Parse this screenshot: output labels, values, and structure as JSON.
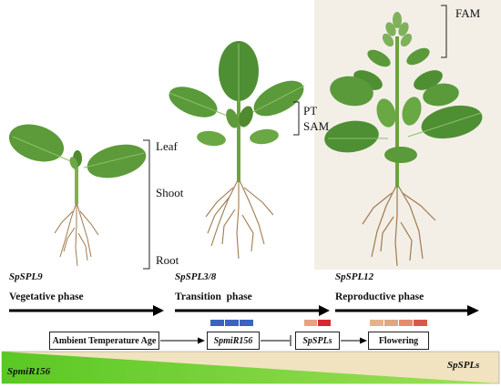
{
  "stages": [
    {
      "gene": "SpSPL9",
      "phase": "Vegetative phase"
    },
    {
      "gene": "SpSPL3/8",
      "phase": "Transition  phase"
    },
    {
      "gene": "SpSPL12",
      "phase": "Reproductive phase"
    }
  ],
  "organ_labels": {
    "leaf": "Leaf",
    "shoot": "Shoot",
    "root": "Root",
    "pt": "PT",
    "sam": "SAM",
    "fam": "FAM"
  },
  "pathway": {
    "ambient": "Ambient Temperature Age",
    "mir": "SpmiR156",
    "spls": "SpSPLs",
    "flowering": "Flowering"
  },
  "gradient": {
    "left": "SpmiR156",
    "right": "SpSPLs"
  },
  "colors": {
    "mir_marks": [
      "#3a64bd",
      "#3a64bd",
      "#3a64bd"
    ],
    "spl_marks": [
      "#e9a27f",
      "#d8282e"
    ],
    "flower_marks": [
      "#e9b189",
      "#e0a77f",
      "#e58c6a",
      "#d8594a"
    ],
    "leaf": "#5d9a3a",
    "leaf_dark": "#3f7a28",
    "root": "#a07a4e",
    "gradient_green": "#5ac823",
    "gradient_tan": "#f1e3bf"
  }
}
